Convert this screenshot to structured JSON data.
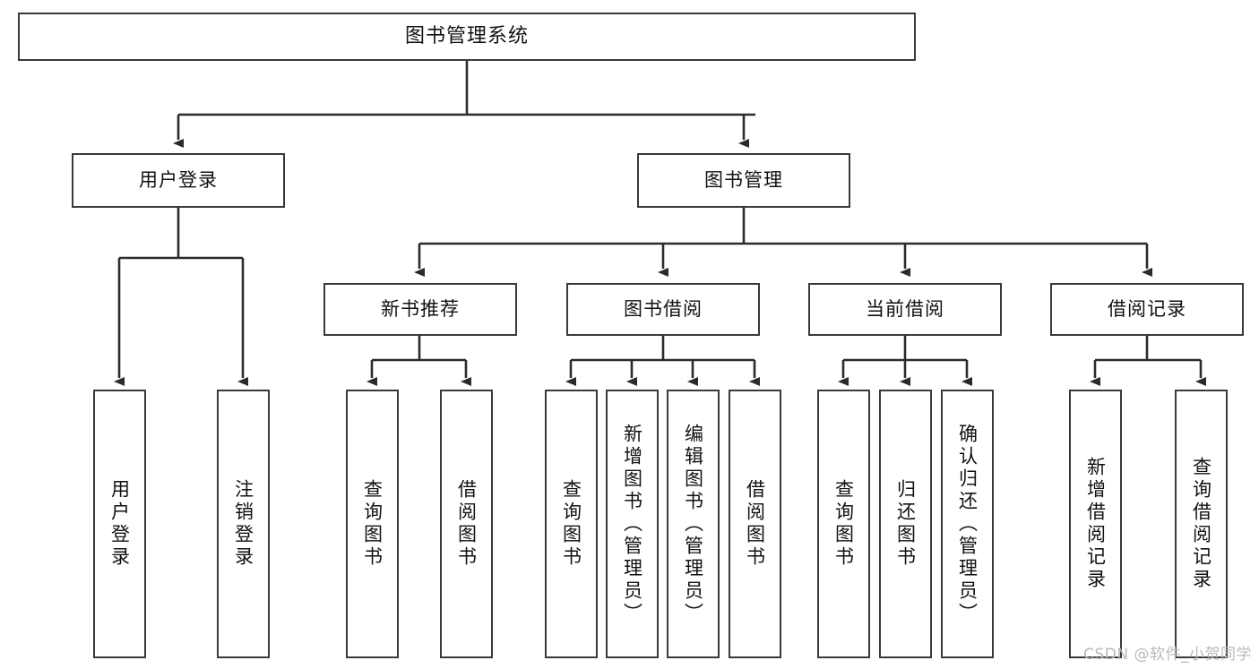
{
  "diagram": {
    "title": "图书管理系统",
    "type": "tree-hierarchy",
    "orientation": "top-down",
    "colors": {
      "box_border": "#3a3a3a",
      "box_fill": "#ffffff",
      "edge": "#2b2b2b",
      "text": "#111111",
      "watermark": "#b9b9b9"
    }
  },
  "root": {
    "label": "图书管理系统"
  },
  "level2": [
    {
      "label": "用户登录"
    },
    {
      "label": "图书管理"
    }
  ],
  "level3": [
    {
      "label": "新书推荐"
    },
    {
      "label": "图书借阅"
    },
    {
      "label": "当前借阅"
    },
    {
      "label": "借阅记录"
    }
  ],
  "leaves": {
    "user_login": [
      {
        "label": "用户登录"
      },
      {
        "label": "注销登录"
      }
    ],
    "new_book_recommend": [
      {
        "label": "查询图书"
      },
      {
        "label": "借阅图书"
      }
    ],
    "book_borrow": [
      {
        "label": "查询图书"
      },
      {
        "label": "新增图书（管理员）"
      },
      {
        "label": "编辑图书（管理员）"
      },
      {
        "label": "借阅图书"
      }
    ],
    "current_borrow": [
      {
        "label": "查询图书"
      },
      {
        "label": "归还图书"
      },
      {
        "label": "确认归还（管理员）"
      }
    ],
    "borrow_record": [
      {
        "label": "新增借阅记录"
      },
      {
        "label": "查询借阅记录"
      }
    ]
  },
  "watermark": {
    "text": "CSDN @软件_小贺同学"
  }
}
